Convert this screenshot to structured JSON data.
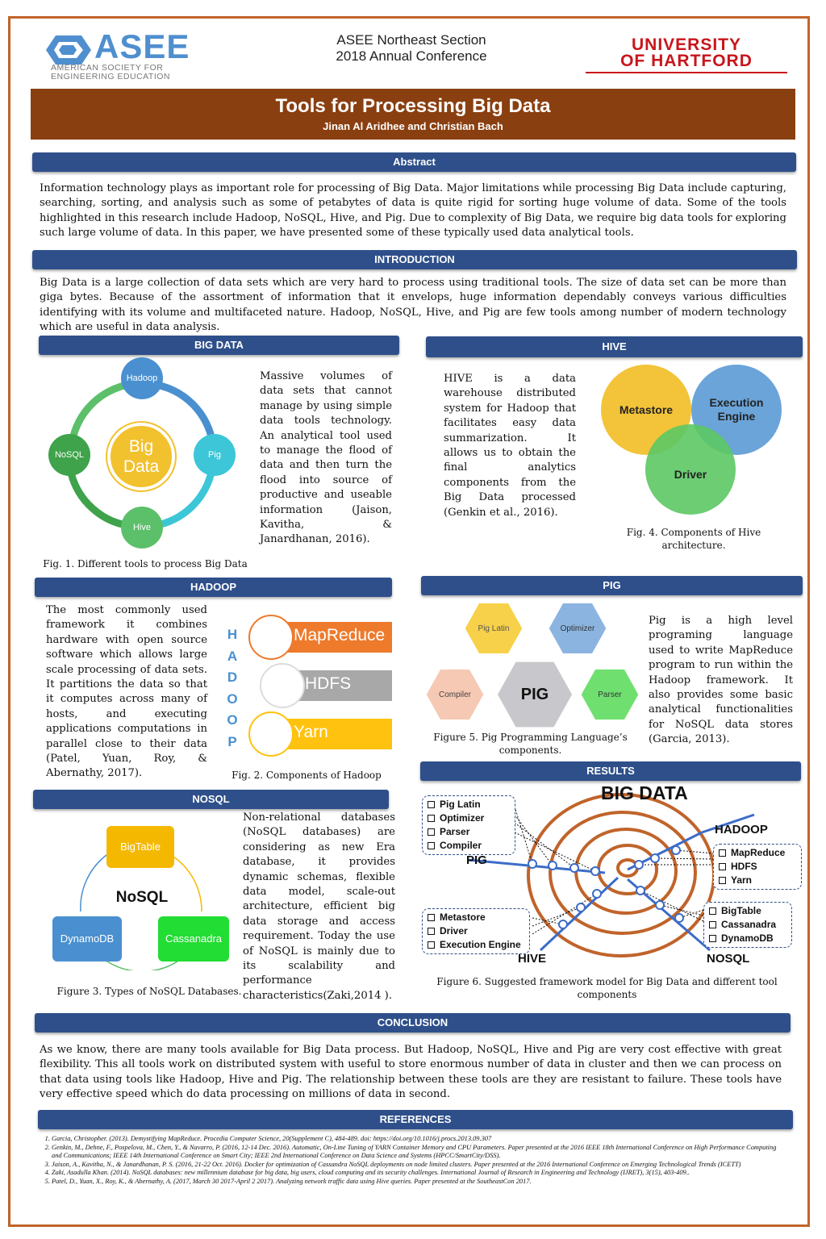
{
  "header": {
    "asee_logo_text": "ASEE",
    "asee_logo_sub1": "AMERICAN SOCIETY FOR",
    "asee_logo_sub2": "ENGINEERING EDUCATION",
    "conference_line1": "ASEE Northeast Section",
    "conference_line2": "2018 Annual Conference",
    "hartford_line1": "UNIVERSITY",
    "hartford_line2": "OF HARTFORD"
  },
  "title_block": {
    "title": "Tools for Processing Big Data",
    "authors": "Jinan Al Aridhee and Christian Bach"
  },
  "abstract": {
    "heading": "Abstract",
    "text": "Information technology plays as important role for processing of Big Data. Major limitations while processing Big Data include capturing, searching, sorting, and analysis such as some of petabytes of data is quite rigid for sorting huge volume of data. Some of the tools highlighted in this research include Hadoop, NoSQL, Hive, and Pig. Due to complexity of Big Data, we require big data tools for exploring such large volume of data. In this paper, we have presented some of these typically used data analytical tools."
  },
  "introduction": {
    "heading": "INTRODUCTION",
    "text": "Big Data is a large collection of data sets which are very hard to process using traditional tools. The size of data set can be more than giga bytes. Because of the assortment of information that it envelops, huge information dependably conveys various difficulties identifying with its volume and multifaceted nature. Hadoop, NoSQL, Hive, and Pig are few tools among number of modern technology which are useful in data analysis."
  },
  "big_data": {
    "heading": "BIG DATA",
    "center": "Big Data",
    "nodes": {
      "top": "Hadoop",
      "right": "Pig",
      "bottom": "Hive",
      "left": "NoSQL"
    },
    "text": "Massive volumes of data sets that cannot manage by using simple data tools technology. An analytical tool used to manage the flood of data and then turn the flood into source of productive and useable information (Jaison, Kavitha, & Janardhanan, 2016).",
    "caption": "Fig. 1. Different tools to process Big Data"
  },
  "hive": {
    "heading": "HIVE",
    "text": "HIVE is a data warehouse distributed system for Hadoop that facilitates easy data summarization. It allows us to obtain the final analytics components from the Big Data processed (Genkin et al., 2016).",
    "venn": {
      "a": "Metastore",
      "b": "Execution Engine",
      "c": "Driver"
    },
    "caption": "Fig. 4. Components of Hive architecture."
  },
  "hadoop": {
    "heading": "HADOOP",
    "text": "The most commonly used framework it combines hardware with open source software which allows large scale processing of data sets. It partitions the data so that it computes across many of hosts, and executing applications computations in parallel close to their data (Patel, Yuan, Roy, & Abernathy, 2017).",
    "vertical_letters": [
      "H",
      "A",
      "D",
      "O",
      "O",
      "P"
    ],
    "components": [
      "MapReduce",
      "HDFS",
      "Yarn"
    ],
    "caption": "Fig. 2. Components of Hadoop"
  },
  "pig": {
    "heading": "PIG",
    "hexes": {
      "center": "PIG",
      "top_left": "Pig Latin",
      "top_right": "Optimizer",
      "left": "Compiler",
      "right": "Parser"
    },
    "text": "Pig is a high level programing language used to write MapReduce program to run within the Hadoop framework. It also provides some basic analytical functionalities for NoSQL data stores (Garcia, 2013).",
    "caption": "Figure 5. Pig Programming Language’s components."
  },
  "nosql": {
    "heading": "NOSQL",
    "center": "NoSQL",
    "nodes": {
      "top": "BigTable",
      "left": "DynamoDB",
      "right": "Cassanadra"
    },
    "text": "Non-relational databases (NoSQL databases) are considering as new Era database, it provides dynamic schemas, flexible data model, scale-out architecture, efficient big data storage and access requirement. Today the use of NoSQL is mainly due to its scalability and performance characteristics(Zaki,2014 ).",
    "caption": "Figure 3. Types of NoSQL Databases."
  },
  "results": {
    "heading": "RESULTS",
    "title": "BIG DATA",
    "labels": {
      "hadoop": "HADOOP",
      "pig": "PIG",
      "hive": "HIVE",
      "nosql": "NOSQL"
    },
    "pig_items": [
      "Pig Latin",
      "Optimizer",
      "Parser",
      "Compiler"
    ],
    "hadoop_items": [
      "MapReduce",
      "HDFS",
      "Yarn"
    ],
    "hive_items": [
      "Metastore",
      "Driver",
      "Execution Engine"
    ],
    "nosql_items": [
      "BigTable",
      "Cassanadra",
      "DynamoDB"
    ],
    "caption": "Figure 6. Suggested framework model for Big Data and different tool components"
  },
  "conclusion": {
    "heading": "CONCLUSION",
    "text": "As we know, there are many tools available for Big Data process. But Hadoop, NoSQL, Hive and Pig are very cost effective with great flexibility. This all tools work on distributed system with useful to store enormous number of data in cluster and then we can process on that data using tools like Hadoop, Hive and Pig. The relationship between these tools are they are resistant to failure. These tools have very effective speed which do data processing on millions of data in second."
  },
  "references": {
    "heading": "REFERENCES",
    "items": [
      "Garcia, Christopher. (2013). Demystifying MapReduce. Procedia Computer Science, 20(Supplement C), 484-489. doi: https://doi.org/10.1016/j.procs.2013.09.307",
      "Genkin, M., Dehne, F., Pospelova, M., Chen, Y., & Navarro, P. (2016, 12-14 Dec. 2016). Automatic, On-Line Tuning of YARN Container Memory and CPU Parameters. Paper presented at the 2016 IEEE 18th International Conference on High Performance Computing and Communications; IEEE 14th International Conference on Smart City; IEEE 2nd International Conference on Data Science and Systems (HPCC/SmartCity/DSS).",
      "Jaison, A., Kavitha, N., & Janardhanan, P. S. (2016, 21-22 Oct. 2016). Docker for optimization of Cassandra NoSQL deployments on node limited clusters. Paper presented at the 2016 International Conference on Emerging Technological Trends (ICETT)",
      "Zaki, Asadulla Khan. (2014). NoSQL databases: new millennium database for big data, big users, cloud computing and its security challenges. International Journal of Research in Engineering and Technology (IJRET), 3(15), 403-409..",
      "Patel, D., Yuan, X., Roy, K., & Abernathy, A. (2017, March 30 2017-April 2 2017). Analyzing network traffic data using Hive queries. Paper presented at the SoutheastCon 2017."
    ]
  },
  "colors": {
    "frame": "#c0642b",
    "title_bar": "#8a3f10",
    "section_bar": "#2e4f8a",
    "big_data_yellow": "#f2c12e",
    "hadoop_blue": "#4a90d0",
    "pig_teal": "#3cc6d8",
    "hive_green": "#5cc06a",
    "nosql_green": "#3ea34a",
    "mapreduce_orange": "#ee7a2c",
    "hdfs_gray": "#a8a8a8",
    "yarn_gold": "#ffc20e",
    "results_orange": "#c0642b",
    "results_blue": "#3c6cc8"
  }
}
